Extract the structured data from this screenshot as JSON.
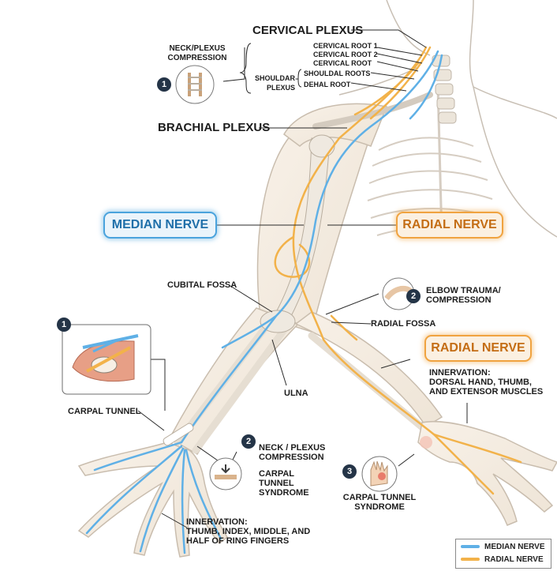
{
  "colors": {
    "median": "#5fb0e6",
    "radial": "#f2b24a",
    "ink": "#1c1c1c",
    "bone": "#efe9e0"
  },
  "labels": {
    "cervical_plexus": "CERVICAL PLEXUS",
    "neck_plexus_compression": "NECK/PLEXUS\nCOMPRESSION",
    "cervical_root_1": "CERVICAL ROOT 1",
    "cervical_root_2": "CERVICAL ROOT 2",
    "cervical_root": "CERVICAL ROOT",
    "shoulder_plexus": "SHOULDAR\nPLEXUS",
    "shoulder_roots": "SHOULDAL ROOTS",
    "dehal_root": "DEHAL ROOT",
    "brachial_plexus": "BRACHIAL PLEXUS",
    "median_nerve": "MEDIAN NERVE",
    "radial_nerve_upper": "RADIAL NERVE",
    "cubital_fossa": "CUBITAL FOSSA",
    "elbow_trauma": "ELBOW TRAUMA/\nCOMPRESSION",
    "radial_fossa": "RADIAL FOSSA",
    "radial_nerve_lower": "RADIAL NERVE",
    "radial_innervation": "INNERVATION:\nDORSAL HAND, THUMB,\nAND EXTENSOR MUSCLES",
    "ulna": "ULNA",
    "carpal_tunnel": "CARPAL TUNNEL",
    "neck_plexus_compression_2": "NECK / PLEXUS\nCOMPRESSION",
    "carpal_tunnel_syndrome": "CARPAL\nTUNNEL\nSYNDROME",
    "carpal_tunnel_syndrome_2": "CARPAL TUNNEL\nSYNDROME",
    "median_innervation": "INNERVATION:\nTHUMB, INDEX, MIDDLE, AND\nHALF OF RING FINGERS"
  },
  "badges": {
    "b1_top": "1",
    "b1_inset": "1",
    "b2_elbow": "2",
    "b2_wrist": "2",
    "b3": "3"
  },
  "legend": {
    "median": "MEDIAN NERVE",
    "radial": "RADIAL NERVE"
  }
}
